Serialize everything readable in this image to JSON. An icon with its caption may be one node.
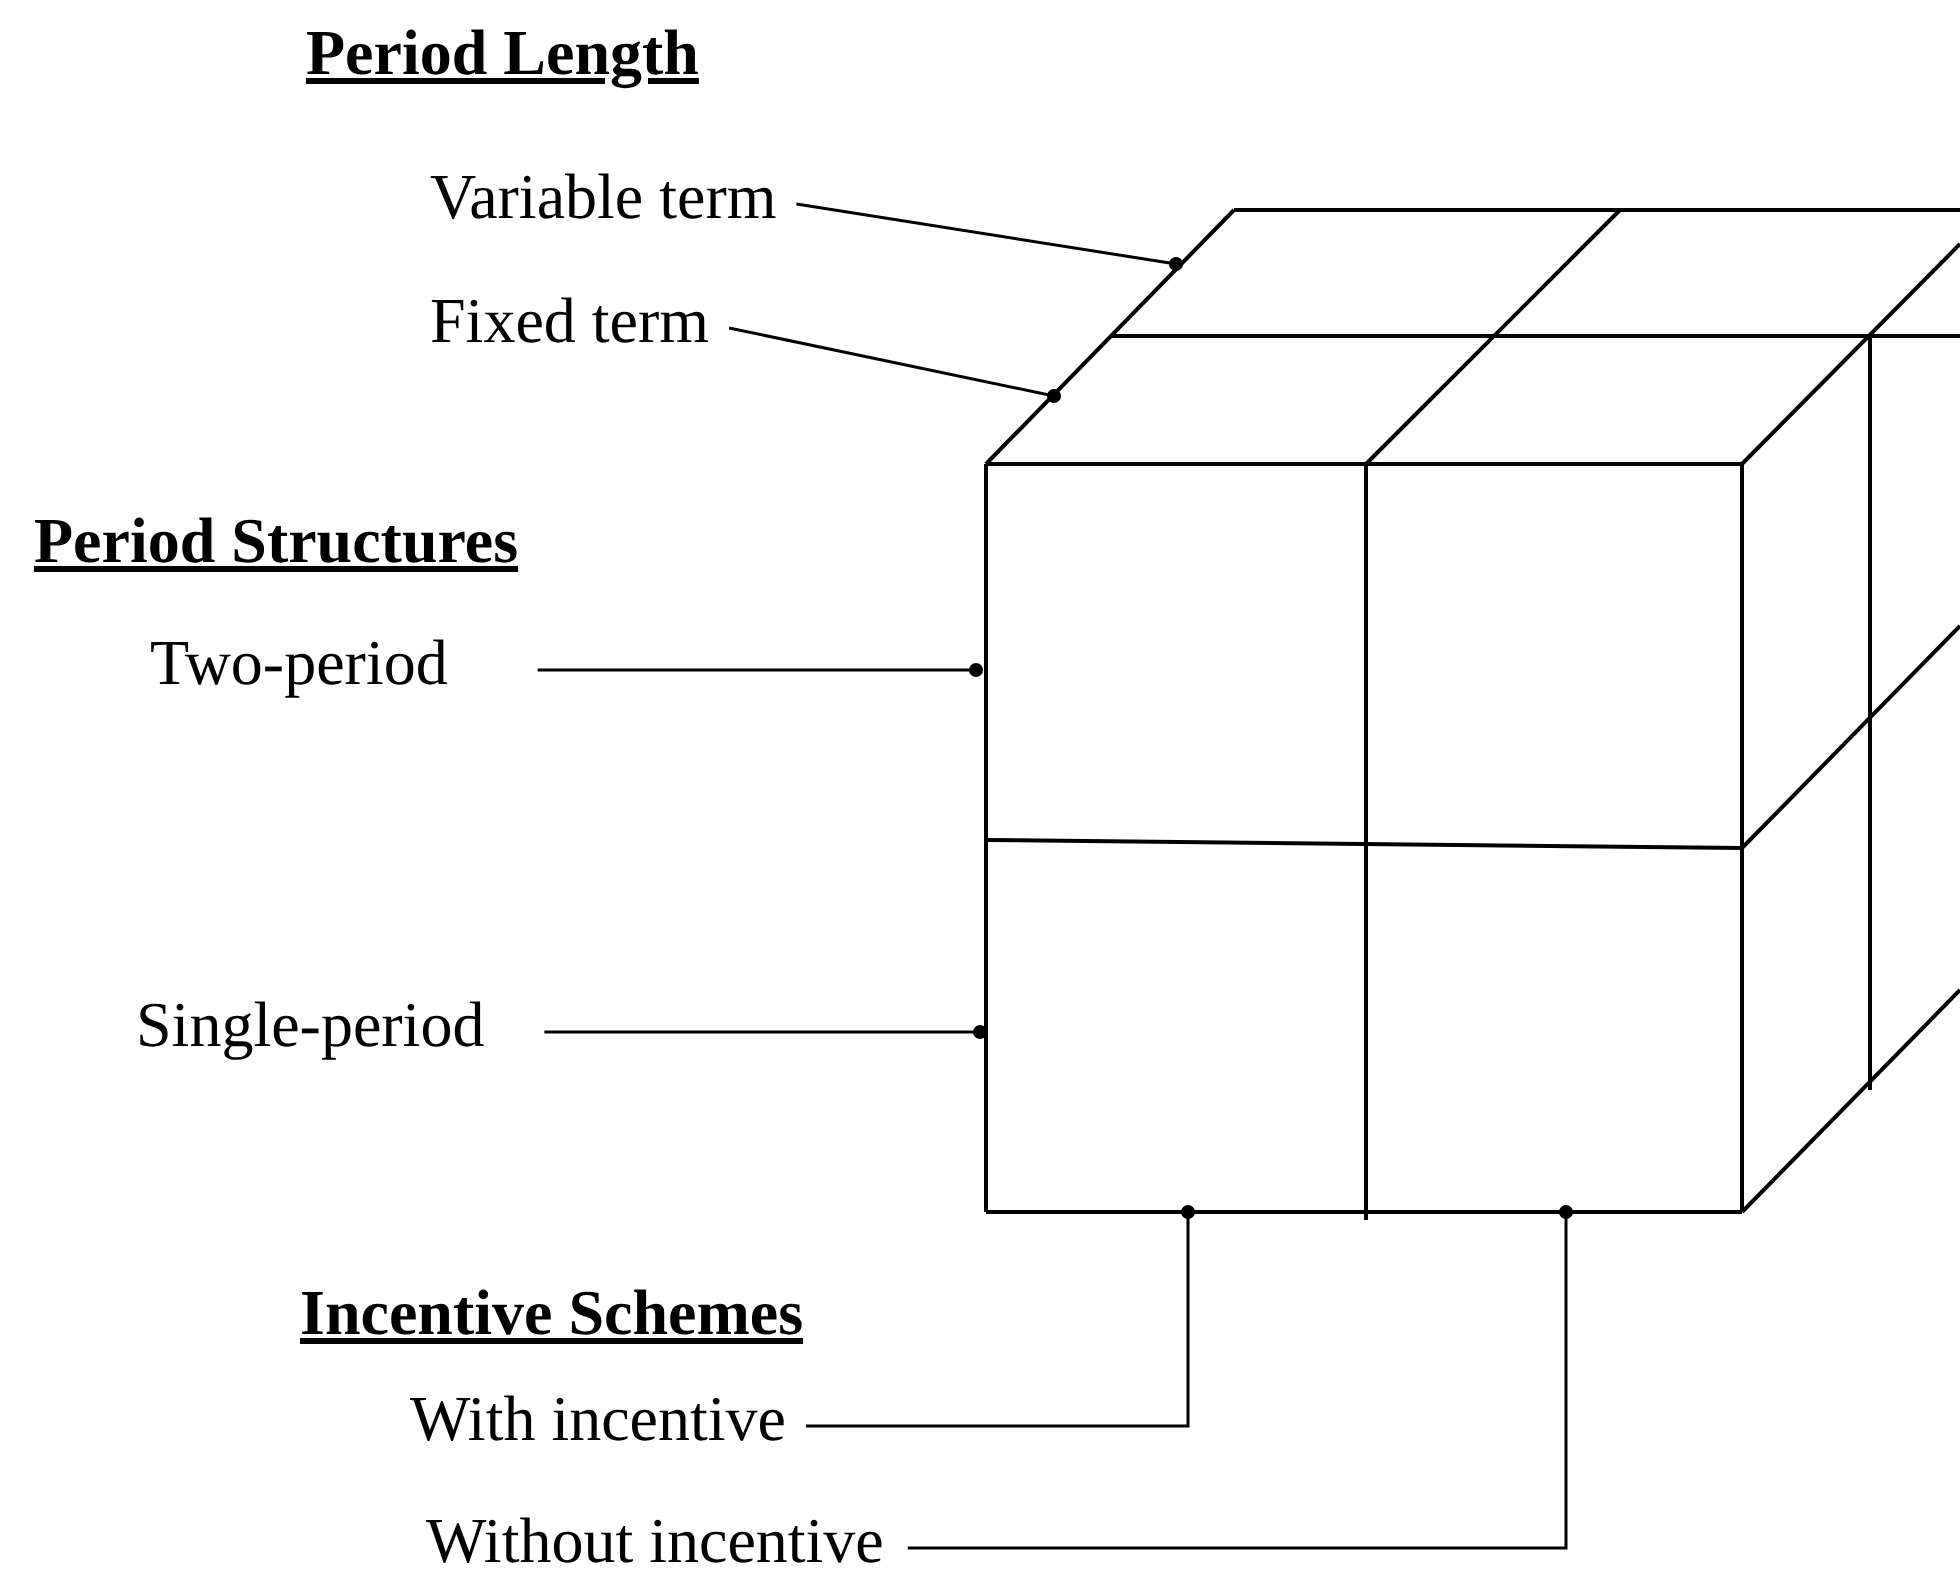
{
  "diagram": {
    "nodes": [
      {
        "text": [
          "Variable term"
        ]
      },
      {
        "text": [
          "Fixed term"
        ]
      },
      {
        "text": [
          "Two-period"
        ]
      },
      {
        "text": [
          "Single-period"
        ]
      },
      {
        "text": [
          "With incentive"
        ]
      },
      {
        "text": [
          "Without incentive"
        ]
      }
    ],
    "edges": [
      {
        "from": 0,
        "to": null,
        "arrow": "other"
      },
      {
        "from": 1,
        "to": null,
        "arrow": "other"
      },
      {
        "from": 2,
        "to": null,
        "arrow": "other"
      },
      {
        "from": 3,
        "to": null,
        "arrow": "other"
      },
      {
        "from": 4,
        "to": null,
        "arrow": "other"
      },
      {
        "from": 5,
        "to": null,
        "arrow": "other"
      }
    ],
    "labels": [
      "Period Length",
      "Period Structures",
      "Incentive Schemes"
    ]
  }
}
